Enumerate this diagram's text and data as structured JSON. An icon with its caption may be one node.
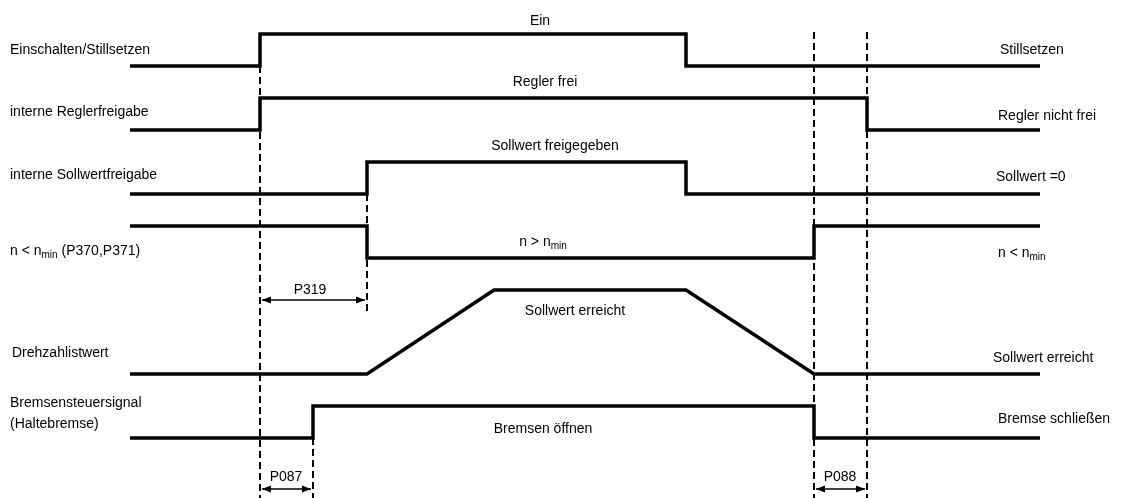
{
  "diagram": {
    "labels": [
      "Ein",
      "Einschalten/Stillsetzen",
      "Stillsetzen",
      "Regler frei",
      "interne Reglerfreigabe",
      "Regler nicht frei",
      "Sollwert freigegeben",
      "interne Sollwertfreigabe",
      "Sollwert =0",
      "n > n$_{min}$",
      "n < n$_{min}$  (P370,P371)",
      "n < n$_{min}$",
      "P319",
      "Sollwert erreicht",
      "Drehzahlistwert",
      "Sollwert erreicht",
      "Bremsensteuersignal (Haltebremse)",
      "Bremse schließen",
      "Bremsen öffnen",
      "P087",
      "P088"
    ]
  }
}
